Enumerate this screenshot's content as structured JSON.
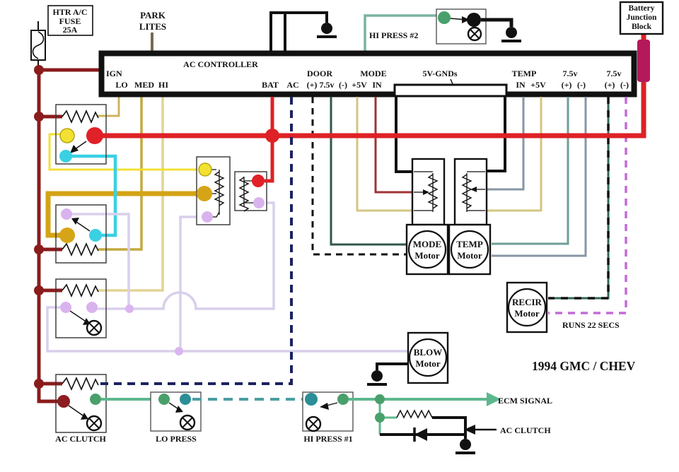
{
  "diagram_title": "1994 GMC / CHEV",
  "controller": {
    "title": "AC CONTROLLER",
    "row1": [
      "IGN",
      "DOOR",
      "MODE",
      "5V-GNDs",
      "TEMP",
      "7.5v",
      "7.5v"
    ],
    "row2": [
      "LO",
      "MED",
      "HI",
      "BAT",
      "AC",
      "(+)",
      "7.5v",
      "(-)",
      "+5V",
      "IN",
      "IN",
      "+5V",
      "(+)",
      "(-)",
      "(+)",
      "(-)"
    ]
  },
  "components": {
    "fuse_label": [
      "HTR A/C",
      "FUSE",
      "25A"
    ],
    "battery": [
      "Battery",
      "Junction",
      "Block"
    ],
    "motors": {
      "mode": [
        "MODE",
        "Motor"
      ],
      "temp": [
        "TEMP",
        "Motor"
      ],
      "recir": [
        "RECIR",
        "Motor"
      ],
      "blow": [
        "BLOW",
        "Motor"
      ]
    }
  },
  "labels": {
    "park": [
      "PARK",
      "LITES"
    ],
    "hi_press_2": "HI PRESS #2",
    "runs": "RUNS 22 SECS",
    "model": "1994 GMC / CHEV",
    "ecm": "ECM SIGNAL",
    "ac_clutch_callout": "AC CLUTCH",
    "ac_clutch": "AC CLUTCH",
    "lo_press": "LO PRESS",
    "hi_press_1": "HI PRESS #1"
  },
  "colors": {
    "battery_feed_maroon": "#8a1c1c",
    "power_bus_red": "#dd2126",
    "fusible_link_crimson": "#b5195a",
    "blower_lo_khaki": "#cdb45e",
    "blower_med_gold": "#c3a93f",
    "blower_hi_pale_khaki": "#e2d494",
    "gold": "#d4a416",
    "yellow": "#f2e034",
    "cyan": "#3ad0e4",
    "lavender_wire": "#d9cfec",
    "lavender_terminal": "#d9b3ee",
    "green_wire": "#5cb88e",
    "green_terminal": "#49a06b",
    "teal_terminal": "#2a8f96",
    "hi_press2_teal": "#79b4a2",
    "navy_dashed": "#1c2260",
    "door_75v_dark_green": "#31574a",
    "mode_in_dark_red": "#9e3336",
    "plus5v_khaki": "#d3c682",
    "temp_in_slate": "#8796a5",
    "temp_75v_teal_gray": "#6e9e97",
    "recir_green_black": "#2f6a50",
    "recir_violet": "#c46bd6",
    "park_olive": "#776a52"
  }
}
